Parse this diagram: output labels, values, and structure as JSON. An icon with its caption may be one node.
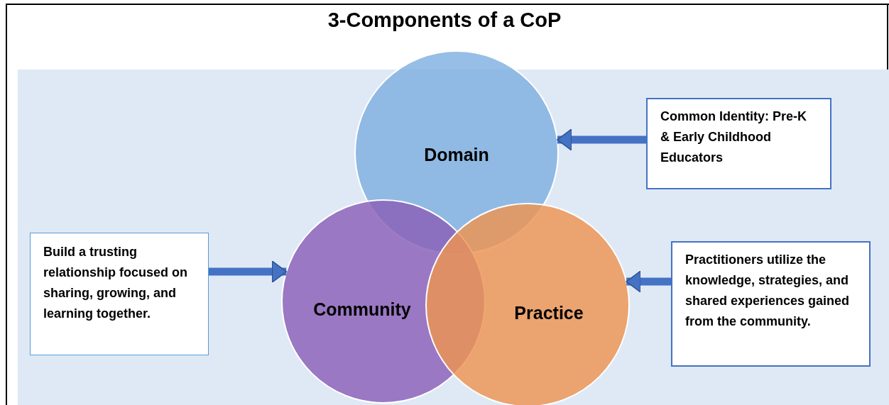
{
  "diagram": {
    "title": "3-Components of a CoP",
    "nodes": [
      {
        "text": [
          "Domain"
        ]
      },
      {
        "text": [
          "Community"
        ]
      },
      {
        "text": [
          "Practice"
        ]
      },
      {
        "text": [
          "Common Identity: Pre-K & Early Childhood Educators"
        ]
      },
      {
        "text": [
          "Build a trusting relationship focused on sharing, growing, and learning together."
        ]
      },
      {
        "text": [
          "Practitioners utilize the knowledge, strategies, and shared experiences gained from the community."
        ]
      }
    ],
    "edges": [
      {
        "from": 3,
        "to": 0,
        "arrow": "to"
      },
      {
        "from": 4,
        "to": 1,
        "arrow": "to"
      },
      {
        "from": 5,
        "to": 2,
        "arrow": "to"
      }
    ]
  }
}
